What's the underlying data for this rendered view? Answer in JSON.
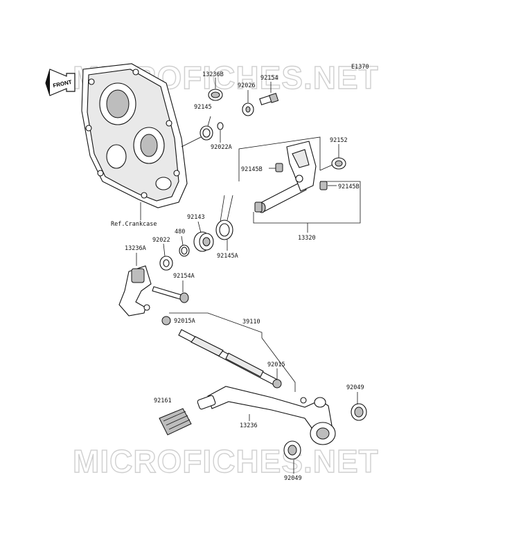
{
  "watermark": {
    "text": "MICROFICHES.NET"
  },
  "front_arrow": {
    "text": "FRONT"
  },
  "diagram_code": "E1370",
  "ref_label": "Ref.Crankcase",
  "parts": {
    "p13236B": "13236B",
    "p92154_top": "92154",
    "p92026": "92026",
    "p92145": "92145",
    "p92022A": "92022A",
    "p92152": "92152",
    "p92145B_left": "92145B",
    "p92145B_right": "92145B",
    "p92143": "92143",
    "p480": "480",
    "p92145A": "92145A",
    "p13320": "13320",
    "p92022": "92022",
    "p13236A": "13236A",
    "p92154A": "92154A",
    "p92015A": "92015A",
    "p39110": "39110",
    "p92015": "92015",
    "p92049_right": "92049",
    "p92161": "92161",
    "p13236": "13236",
    "p92049_bottom": "92049"
  }
}
